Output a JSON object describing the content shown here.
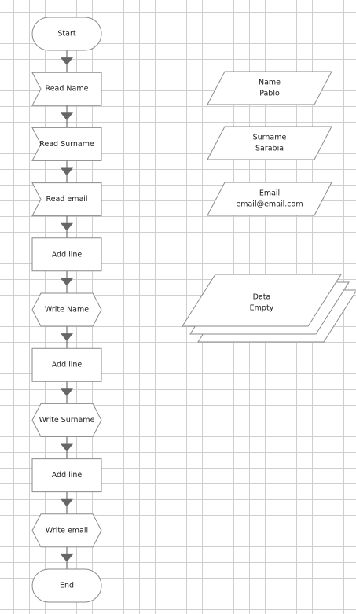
{
  "diagram": {
    "flow": [
      {
        "id": "start",
        "shape": "terminator",
        "lines": [
          "Start"
        ]
      },
      {
        "id": "read-name",
        "shape": "input",
        "lines": [
          "Read Name"
        ]
      },
      {
        "id": "read-surname",
        "shape": "input",
        "lines": [
          "Read Surname"
        ]
      },
      {
        "id": "read-email",
        "shape": "input",
        "lines": [
          "Read email"
        ]
      },
      {
        "id": "add-line-1",
        "shape": "process",
        "lines": [
          "Add line"
        ]
      },
      {
        "id": "write-name",
        "shape": "output",
        "lines": [
          "Write Name"
        ]
      },
      {
        "id": "add-line-2",
        "shape": "process",
        "lines": [
          "Add line"
        ]
      },
      {
        "id": "write-surname",
        "shape": "output",
        "lines": [
          "Write Surname"
        ]
      },
      {
        "id": "add-line-3",
        "shape": "process",
        "lines": [
          "Add line"
        ]
      },
      {
        "id": "write-email",
        "shape": "output",
        "lines": [
          "Write email"
        ]
      },
      {
        "id": "end",
        "shape": "terminator",
        "lines": [
          "End"
        ]
      }
    ],
    "variables": [
      {
        "id": "var-name",
        "shape": "data",
        "lines": [
          "Name",
          "Pablo"
        ]
      },
      {
        "id": "var-surname",
        "shape": "data",
        "lines": [
          "Surname",
          "Sarabia"
        ]
      },
      {
        "id": "var-email",
        "shape": "data",
        "lines": [
          "Email",
          "email@email.com"
        ]
      },
      {
        "id": "var-data",
        "shape": "data-stack",
        "lines": [
          "Data",
          "Empty"
        ]
      }
    ],
    "colors": {
      "grid": "#cfcfcf",
      "stroke": "#8a8a8a",
      "arrow": "#666666",
      "fill": "#ffffff",
      "text": "#222222"
    }
  }
}
